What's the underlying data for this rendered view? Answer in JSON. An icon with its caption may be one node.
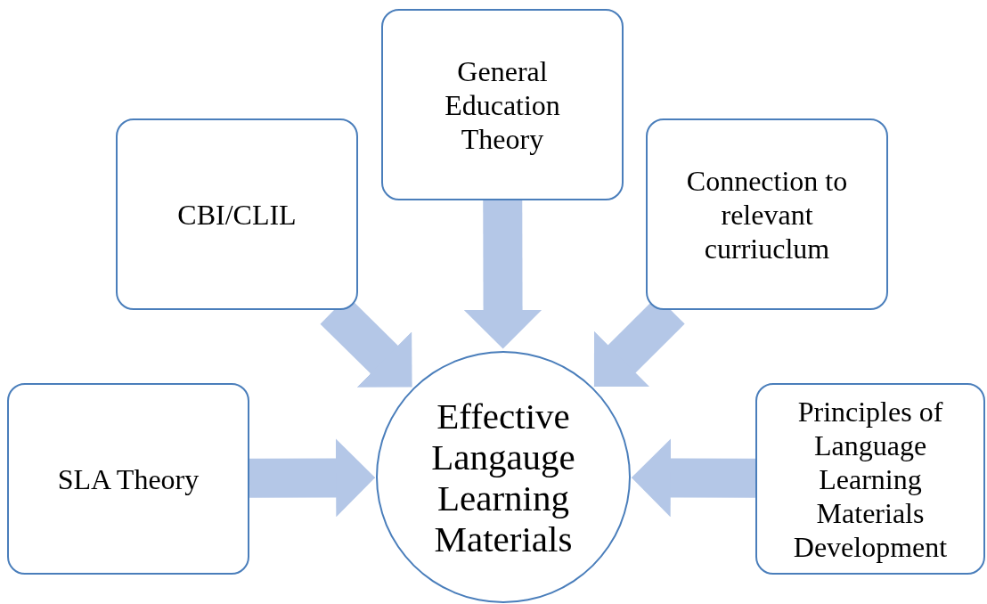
{
  "diagram": {
    "nodes": [
      {
        "text": [
          "General Education Theory"
        ]
      },
      {
        "text": [
          "CBI/CLIL"
        ]
      },
      {
        "text": [
          "Connection to relevant curriuclum"
        ]
      },
      {
        "text": [
          "SLA Theory"
        ]
      },
      {
        "text": [
          "Effective Langauge Learning Materials"
        ]
      },
      {
        "text": [
          "Principles of Language Learning Materials Development"
        ]
      }
    ],
    "edges": [
      {
        "from": 0,
        "to": 4,
        "arrow": "to"
      },
      {
        "from": 1,
        "to": 4,
        "arrow": "to"
      },
      {
        "from": 2,
        "to": 4,
        "arrow": "to"
      },
      {
        "from": 3,
        "to": 4,
        "arrow": "to"
      },
      {
        "from": 5,
        "to": 4,
        "arrow": "to"
      }
    ]
  }
}
